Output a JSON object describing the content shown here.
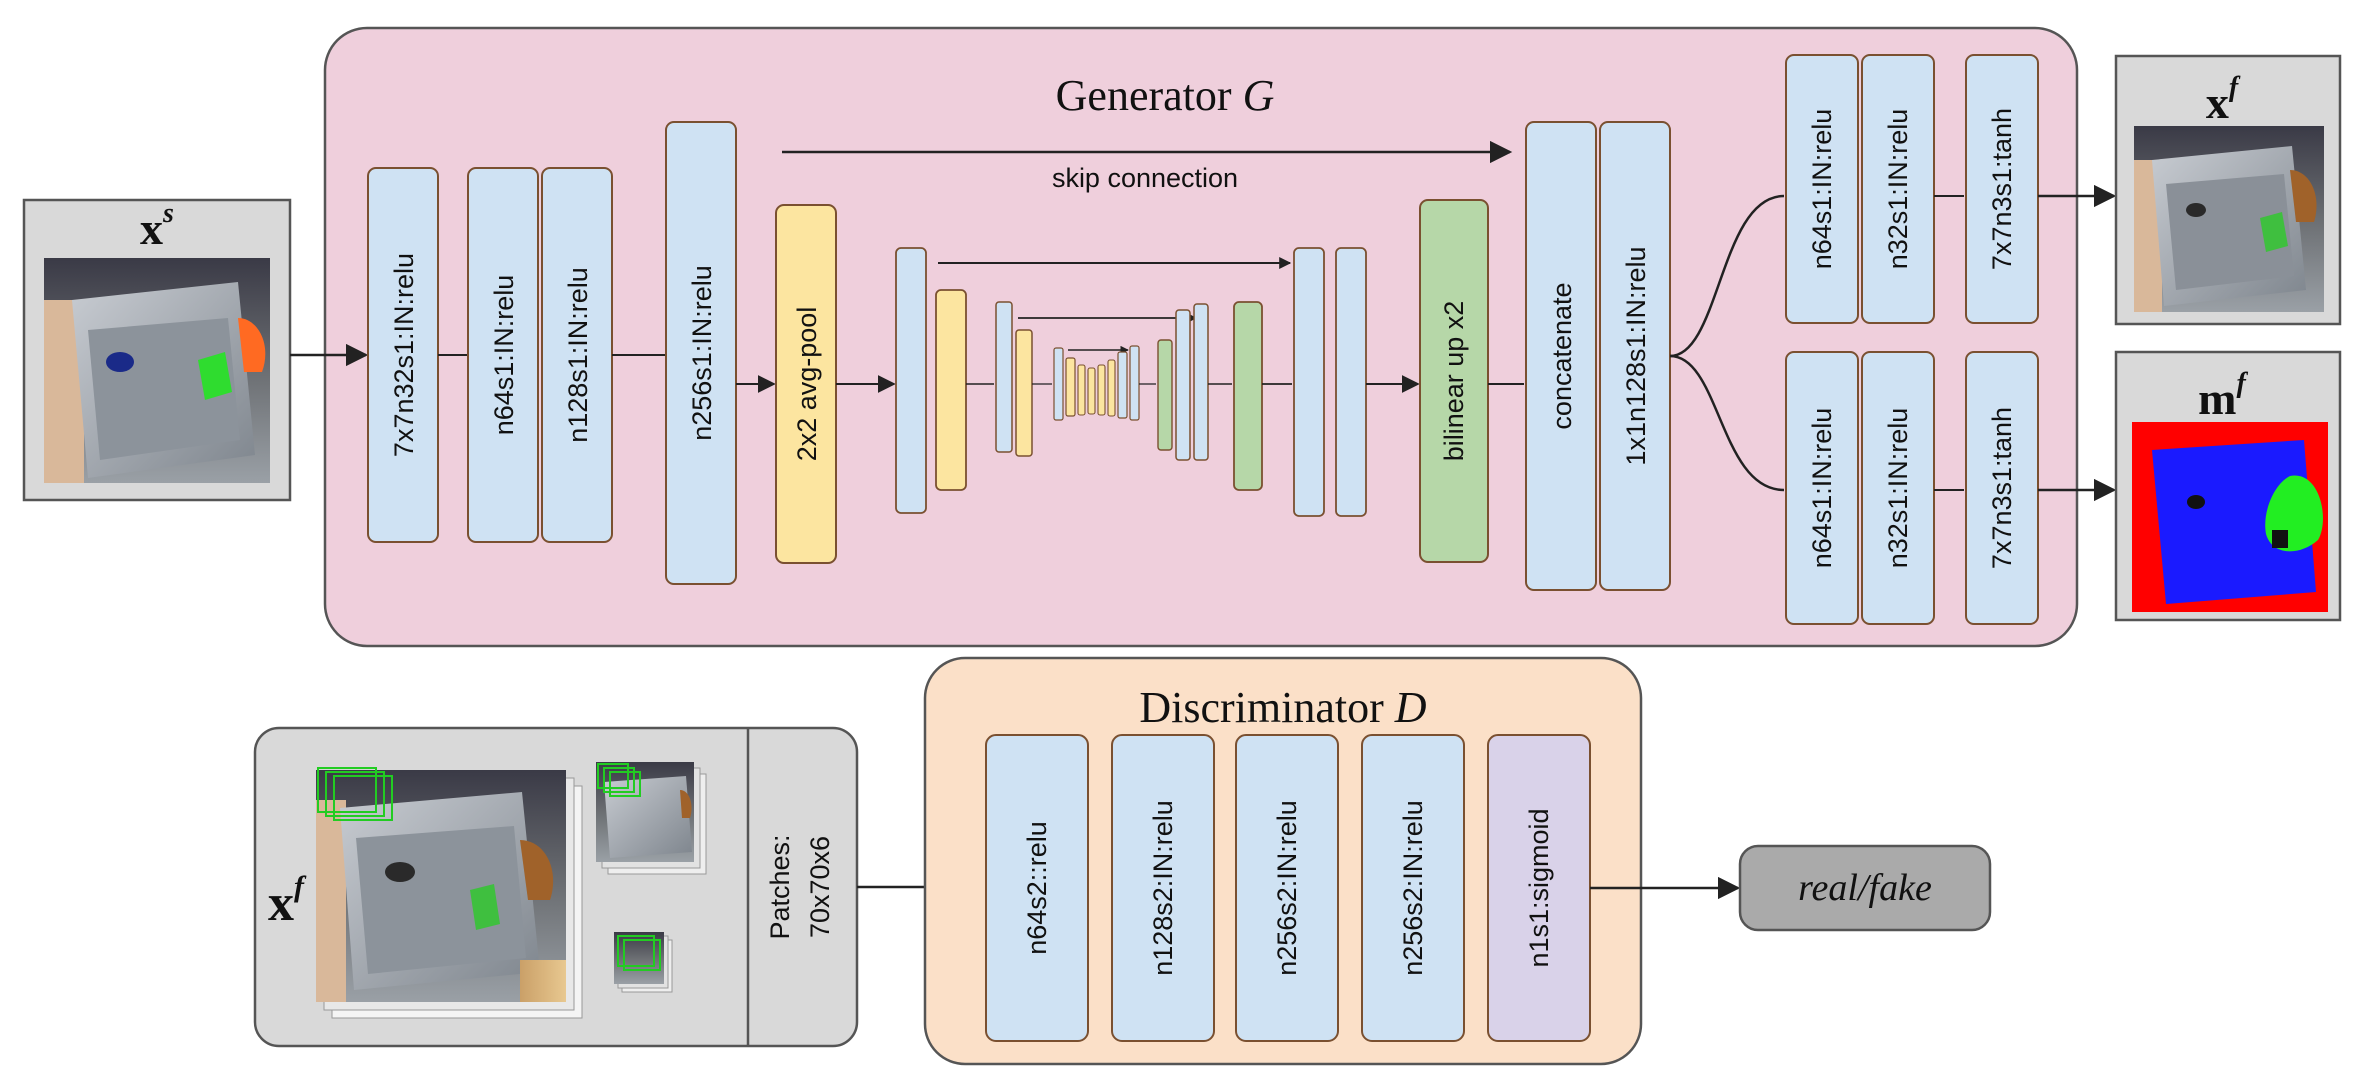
{
  "colors": {
    "generator_bg": "#efcfdc",
    "discriminator_bg": "#fbe0c8",
    "input_panel_bg": "#d9d9d9",
    "layer_blue": "#cfe2f3",
    "layer_yellow": "#fce5a0",
    "layer_green": "#b6d7a8",
    "layer_purple": "#d9d2e9",
    "output_bg": "#aaaaaa",
    "border": "#7a5030",
    "mask_red": "#ff0000",
    "mask_blue": "#1a1aff",
    "mask_green": "#22ee22"
  },
  "images": {
    "source": {
      "base": "x",
      "sup": "s"
    },
    "fake": {
      "base": "x",
      "sup": "f"
    },
    "mask": {
      "base": "m",
      "sup": "f"
    },
    "patch_input": {
      "base": "x",
      "sup": "f"
    }
  },
  "generator": {
    "title_main": "Generator ",
    "title_var": "G",
    "skip_label": "skip connection",
    "layers": [
      "7x7n32s1:IN:relu",
      "n64s1:IN:relu",
      "n128s1:IN:relu",
      "n256s1:IN:relu",
      "2x2 avg-pool",
      "bilinear up x2",
      "concatenate",
      "1x1n128s1:IN:relu"
    ],
    "top_head": [
      "n64s1:IN:relu",
      "n32s1:IN:relu",
      "7x7n3s1:tanh"
    ],
    "bottom_head": [
      "n64s1:IN:relu",
      "n32s1:IN:relu",
      "7x7n3s1:tanh"
    ]
  },
  "discriminator": {
    "title_main": "Discriminator ",
    "title_var": "D",
    "patches_line1": "Patches:",
    "patches_line2": "70x70x6",
    "layers": [
      "n64s2::relu",
      "n128s2:IN:relu",
      "n256s2:IN:relu",
      "n256s2:IN:relu",
      "n1s1:sigmoid"
    ],
    "output": "real/fake"
  }
}
